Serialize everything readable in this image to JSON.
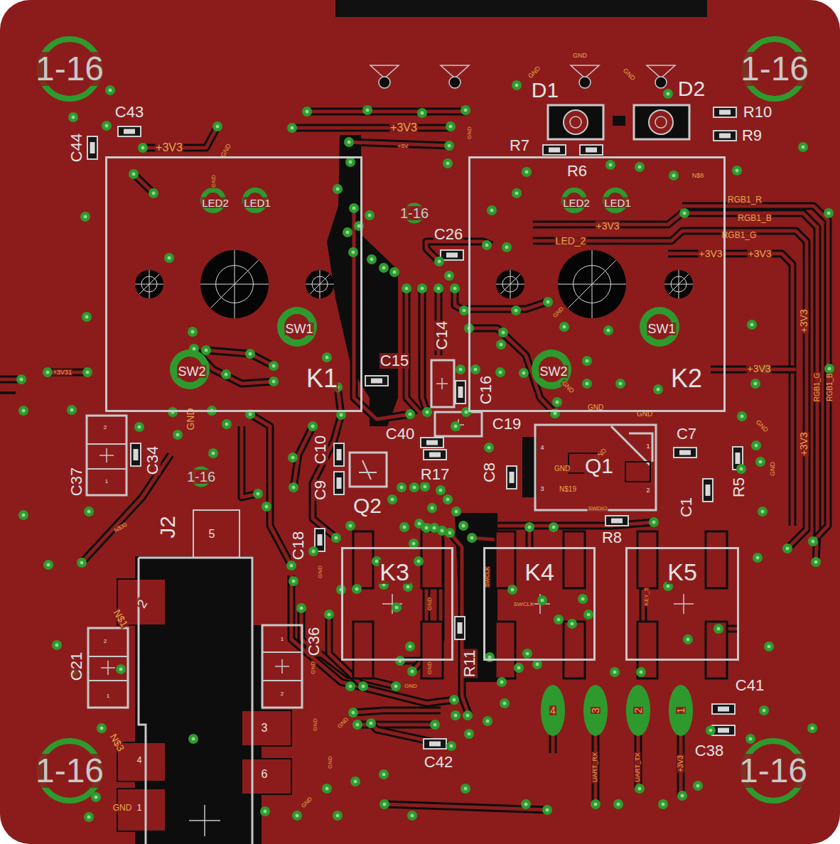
{
  "diagram": {
    "nodes": [
      {
        "text": [
          "LED2",
          "LED1",
          "SW1",
          "SW2",
          "K1"
        ]
      },
      {
        "text": [
          "LED2",
          "LED1",
          "SW1",
          "SW2",
          "K2"
        ]
      },
      {
        "text": [
          "K3"
        ]
      },
      {
        "text": [
          "K4"
        ]
      },
      {
        "text": [
          "K5"
        ]
      }
    ],
    "labels": [
      "1-16",
      "1-16",
      "1-16",
      "1-16",
      "1-16",
      "1-16",
      "GND",
      "GND",
      "GND",
      "D1",
      "D2",
      "R10",
      "R9",
      "C43",
      "C44",
      "+3V3",
      "GND",
      "+3V3",
      "+5V",
      "GND",
      "R7",
      "R6",
      "N$8",
      "GND",
      "RGB1_R",
      "RGB1_B",
      "RGB1_G",
      "+3V3",
      "LED_2",
      "C26",
      "+3V3",
      "+3V3",
      "+3V3",
      "GND",
      "C14",
      "C15",
      "+3V3",
      "+3V31",
      "RGB1_G",
      "RGB1_B",
      "C16",
      "GND",
      "GND",
      "GND",
      "GND",
      "C19",
      "C40",
      "C7",
      "GND",
      "+3V3",
      "C10",
      "C34",
      "GND",
      "Q1",
      "GND",
      "GND",
      "C8",
      "R17",
      "C37",
      "R5",
      "N$19",
      "C9",
      "Q2",
      "C1",
      "SWDIO",
      "J2",
      "N$30",
      "R8",
      "C18",
      "GND",
      "SWCLK",
      "SWCLK",
      "KEY_5",
      "GND",
      "N$1",
      "C36",
      "R11",
      "GND",
      "GND",
      "GND",
      "C21",
      "C41",
      "GND",
      "GND",
      "N$3",
      "C42",
      "C38",
      "GND",
      "UART_RX",
      "UART_TX",
      "+3V3",
      "GND",
      "4",
      "3",
      "2",
      "1",
      "5",
      "2",
      "3",
      "6",
      "4",
      "GND",
      "1",
      "2",
      "1",
      "2",
      "1",
      "1",
      "2",
      "4",
      "1",
      "3",
      "2"
    ]
  }
}
